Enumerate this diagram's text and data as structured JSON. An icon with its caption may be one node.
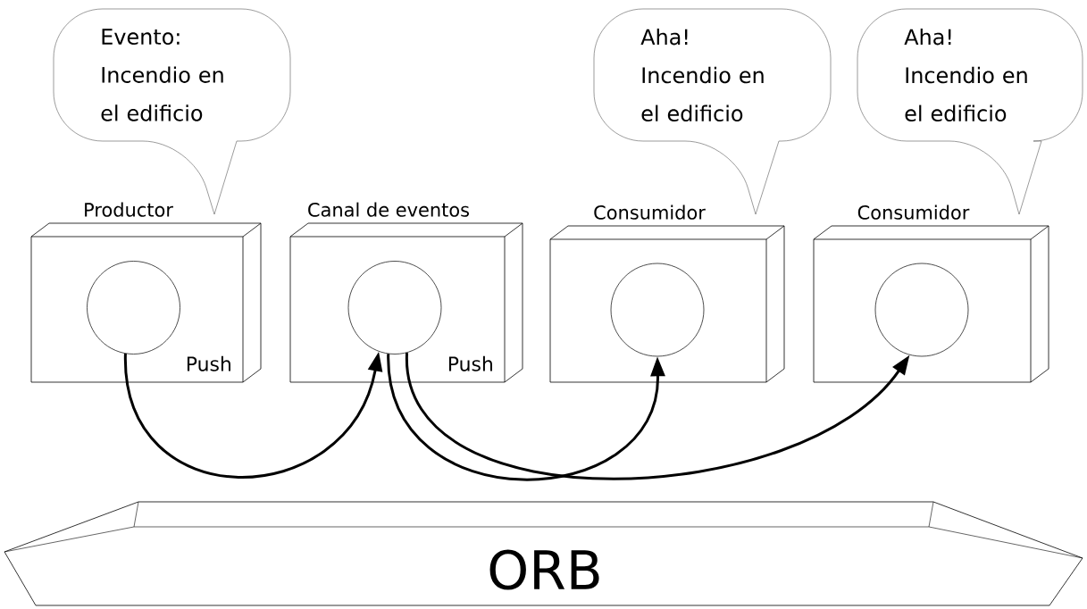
{
  "diagram": {
    "nodes": [
      {
        "text": [
          "Evento: Incendio en el edificio"
        ]
      },
      {
        "text": [
          "Aha! Incendio en el edificio"
        ]
      },
      {
        "text": [
          "Aha! Incendio en el edificio"
        ]
      },
      {
        "text": [
          "Productor",
          "Push"
        ]
      },
      {
        "text": [],
        "shape": "circle",
        "in": 3
      },
      {
        "text": [
          "Canal de eventos",
          "Push"
        ]
      },
      {
        "text": [],
        "shape": "circle",
        "in": 5
      },
      {
        "text": [
          "Consumidor"
        ]
      },
      {
        "text": [],
        "shape": "circle",
        "in": 7
      },
      {
        "text": [
          "Consumidor"
        ]
      },
      {
        "text": [],
        "shape": "circle",
        "in": 9
      },
      {
        "text": [
          "ORB"
        ]
      }
    ],
    "edges": [
      {
        "from": 4,
        "to": 6,
        "arrow": "to"
      },
      {
        "from": 6,
        "to": 8,
        "arrow": "to"
      },
      {
        "from": 6,
        "to": 10,
        "arrow": "to"
      }
    ]
  }
}
